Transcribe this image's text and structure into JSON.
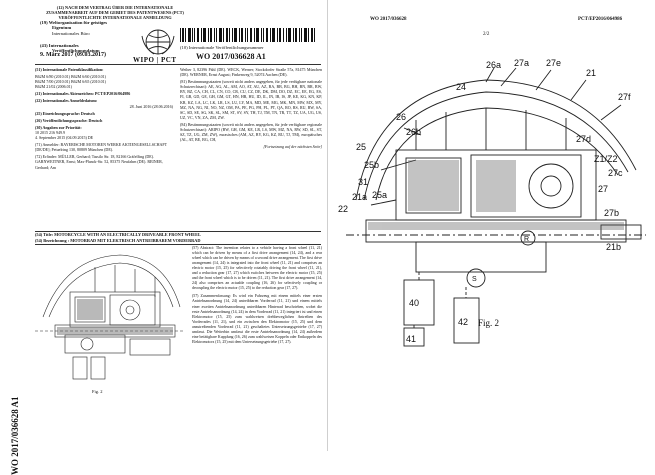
{
  "left_page": {
    "header": {
      "title": "(12) NACH DEM VERTRAG ÜBER DIE INTERNATIONALE ZUSAMMENARBEIT AUF DEM GEBIET DES PATENTWESENS (PCT) VERÖFFENTLICHTE INTERNATIONALE ANMELDUNG",
      "org_line1": "(19) Weltorganisation für geistiges",
      "org_line2": "Eigentum",
      "office": "Internationales Büro",
      "pubdate_label_1": "(43) Internationales",
      "pubdate_label_2": "Veröffentlichungsdatum",
      "pubdate": "9. März 2017 (09.03.2017)",
      "wipo": "WIPO | PCT",
      "pubnr_label": "(10) Internationale Veröffentlichungsnummer",
      "pubnr": "WO 2017/036628 A1"
    },
    "left_col": [
      "(51) Internationale Patentklassifikation:",
      "B62M 6/80 (2010.01)   B62M 6/60 (2010.01)",
      "B62M 7/00 (2010.01)   B62M 6/65 (2010.01)",
      "B62M 21/02 (2006.01)",
      "(21) Internationales Aktenzeichen:   PCT/EP2016/064986",
      "(22) Internationales Anmeldedatum:",
      "28. Juni 2016 (28.06.2016)",
      "(25) Einreichungssprache:   Deutsch",
      "(26) Veröffentlichungssprache:   Deutsch",
      "(30) Angaben zur Priorität:",
      "10 2015 216 949.9",
      "4. September 2015 (04.09.2015)   DE",
      "(71) Anmelder: BAYERISCHE MOTOREN WERKE AKTIENGESELLSCHAFT [DE/DE]; Petuelring 130, 80809 München (DE).",
      "(72) Erfinder: MÜLLER, Gerhard; Tassilo Str. 18, 82166 Gräfelfing (DE). GARNWEITNER, Ernst; Max-Planck-Str. 52, 85375 Neufahrn (DE). REINER, Gerhard; Am"
    ],
    "right_col": [
      "Weiher 3, 82396 Pähl (DE). WECK, Werner; Stockdorfer Straße 57a, 81475 München (DE). WERNER, Ernst August; Finkenweg 9, 52074 Aachen (DE).",
      "(81) Bestimmungsstaaten (soweit nicht anders angegeben, für jede verfügbare nationale Schutzrechtsart): AE, AG, AL, AM, AO, AT, AU, AZ, BA, BB, BG, BH, BN, BR, BW, BY, BZ, CA, CH, CL, CN, CO, CR, CU, CZ, DE, DK, DM, DO, DZ, EC, EE, EG, ES, FI, GB, GD, GE, GH, GM, GT, HN, HR, HU, ID, IL, IN, IR, IS, JP, KE, KG, KN, KP, KR, KZ, LA, LC, LK, LR, LS, LU, LY, MA, MD, ME, MG, MK, MN, MW, MX, MY, MZ, NA, NG, NI, NO, NZ, OM, PA, PE, PG, PH, PL, PT, QA, RO, RS, RU, RW, SA, SC, SD, SE, SG, SK, SL, SM, ST, SV, SY, TH, TJ, TM, TN, TR, TT, TZ, UA, UG, US, UZ, VC, VN, ZA, ZM, ZW.",
      "(84) Bestimmungsstaaten (soweit nicht anders angegeben, für jede verfügbare regionale Schutzrechtsart): ARIPO (BW, GH, GM, KE, LR, LS, MW, MZ, NA, RW, SD, SL, ST, SZ, TZ, UG, ZM, ZW), eurasisches (AM, AZ, BY, KG, KZ, RU, TJ, TM), europäisches (AL, AT, BE, BG, CH,",
      "[Fortsetzung auf der nächsten Seite]"
    ],
    "title_en": "(54) Title: MOTORCYCLE WITH AN ELECTRICALLY DRIVEABLE FRONT WHEEL",
    "title_de": "(54) Bezeichnung : MOTORRAD MIT ELEKTRISCH ANTREIBBAREM VORDERRAD",
    "side_number": "WO 2017/036628 A1",
    "fig_caption": "Fig. 2",
    "abstract": "(57) Abstract: The invention relates to a vehicle having a front wheel (11, 21) which can be driven by means of a first drive arrangement (14, 24), and a rear wheel which can be driven by means of a second drive arrangement. The first drive arrangement (14, 24) is integrated into the front wheel (11, 21) and comprises an electric motor (15, 25) for selectively rotatably driving the front wheel (11, 21), and a reduction gear (17, 27) which switches between the electric motor (15, 25) and the front wheel which is to be driven (11, 21). The first drive arrangement (14, 24) also comprises an actuable coupling (16, 26) for selectively coupling or decoupling the electric motor (15, 25) to the reduction gear (17, 27).",
    "abstract_de": "(57) Zusammenfassung: Es wird ein Fahrzeug mit einem mittels einer ersten Antriebsanordnung (14, 24) antreibbaren Vorderrad (11, 21) und einem mittels einer zweiten Antriebsanordnung antreibbaren Hinterrad beschrieben, wobei die erste Antriebsanordnung (14, 24) in dem Vorderrad (11, 21) integriert ist und einen Elektromotor (15, 25) zum wahlweisen drehbeweglichen Antreiben des Vorderrades (11, 21), und ein zwischen den Elektromotor (15, 25) und dem anzutreibenden Vorderrad (11, 21) geschaltetes Untersetzungsgetriebe (17, 27) umfasst. Die Weiterhin umfasst die erste Antriebsanordnung (14, 24) außerdem eine betätigbare Kupplung (16, 26) zum wahlweisen Koppeln oder Entkoppeln des Elektromotors (15, 25) mit dem Untersetzungsgetriebe (17, 27)."
  },
  "right_page": {
    "header_left": "WO 2017/036628",
    "header_right": "PCT/EP2016/064986",
    "page": "2/2",
    "fig_caption": "Fig. 2",
    "labels": {
      "l26": "26",
      "l24": "24",
      "l26b": "26b",
      "l26a": "26a",
      "l27a": "27a",
      "l27e": "27e",
      "l21": "21",
      "l27f": "27f",
      "l25": "25",
      "l25b": "25b",
      "l31": "31",
      "l25a": "25a",
      "l27d": "27d",
      "lZ": "Z1/Z2",
      "l27c": "27c",
      "l27": "27",
      "l22": "22",
      "l21a": "21a",
      "l27b": "27b",
      "l21b": "21b",
      "l40": "40",
      "l41": "41",
      "l42": "42",
      "lR": "R",
      "lS": "S"
    }
  }
}
